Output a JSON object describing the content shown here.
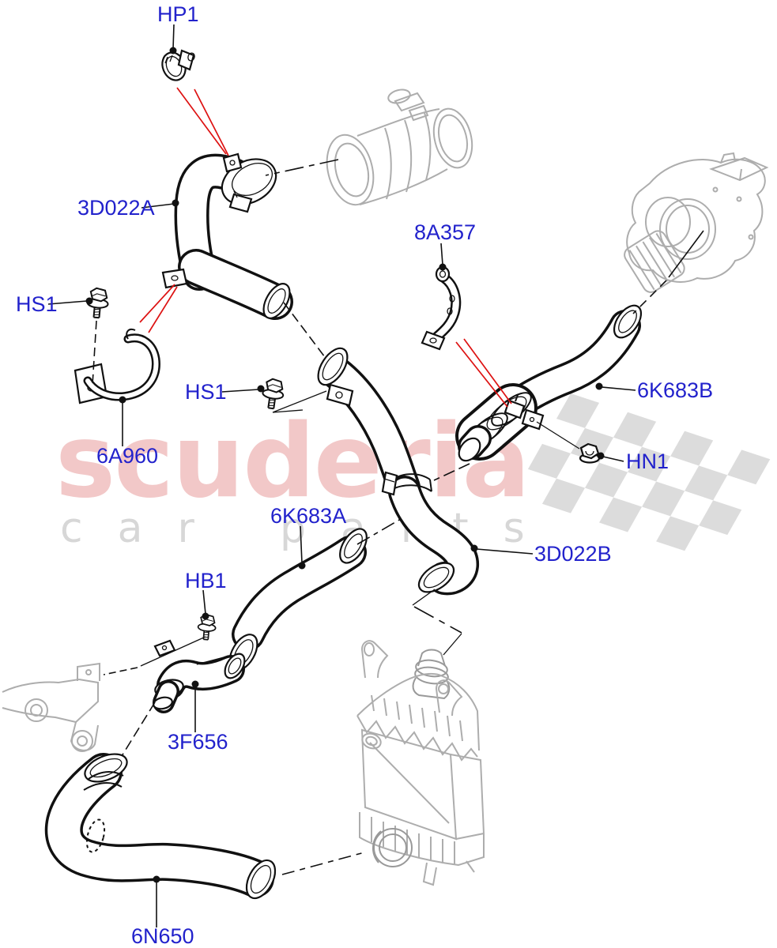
{
  "watermark": {
    "brand": "scuderia",
    "line2": [
      "car",
      "parts"
    ]
  },
  "diagram": {
    "labels": [
      {
        "id": "hp1",
        "text": "HP1"
      },
      {
        "id": "3d022a",
        "text": "3D022A"
      },
      {
        "id": "hs1-left",
        "text": "HS1"
      },
      {
        "id": "6a960",
        "text": "6A960"
      },
      {
        "id": "hs1-right",
        "text": "HS1"
      },
      {
        "id": "8a357",
        "text": "8A357"
      },
      {
        "id": "6k683b",
        "text": "6K683B"
      },
      {
        "id": "hn1",
        "text": "HN1"
      },
      {
        "id": "6k683a",
        "text": "6K683A"
      },
      {
        "id": "3d022b",
        "text": "3D022B"
      },
      {
        "id": "hb1",
        "text": "HB1"
      },
      {
        "id": "3f656",
        "text": "3F656"
      },
      {
        "id": "6n650",
        "text": "6N650"
      }
    ]
  },
  "colors": {
    "line": "#111111",
    "label-blue": "#2222cc",
    "leader-red": "#dd1111",
    "ref-gray": "#adadad",
    "ref-gray-dark": "#999999",
    "wm-pink": "#f2c8c8",
    "wm-gray": "#d7d7d7",
    "flag-gray": "#dcdcdc"
  }
}
